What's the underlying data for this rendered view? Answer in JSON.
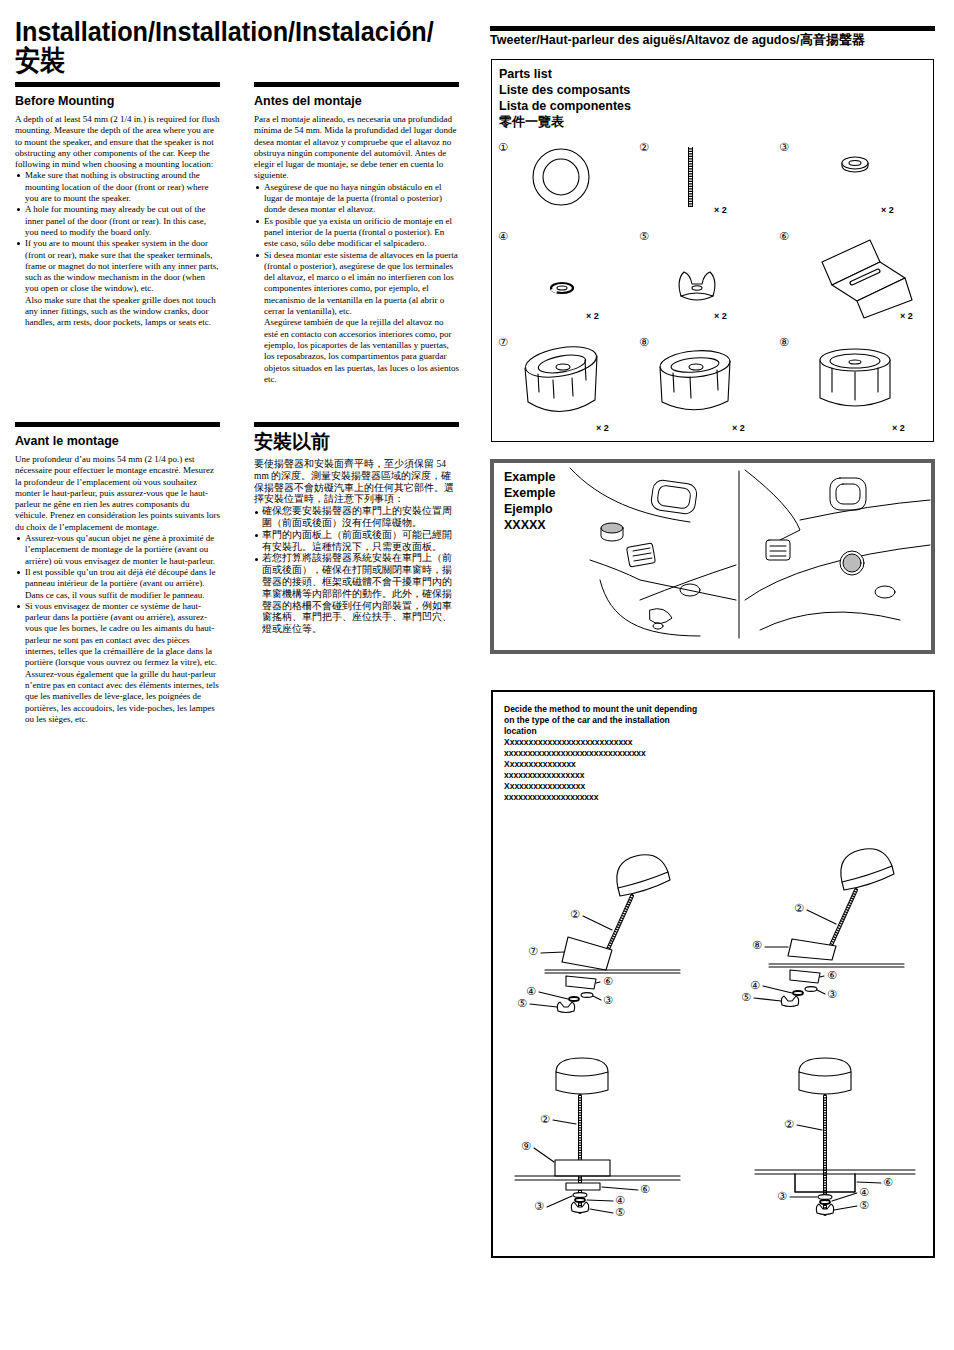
{
  "diagram": {
    "title": "Installation/Installation/Instalación/安裝",
    "nodes": [
      {
        "text": [
          "Parts list",
          "Liste des composants",
          "Lista de componentes",
          "零件一覽表"
        ]
      },
      {
        "text": [
          "Example",
          "Exemple",
          "Ejemplo",
          "XXXXX"
        ]
      },
      {
        "text": [
          "Decide the method to mount the unit depending on the type of the car and the installation location",
          "Xxxxxxxxxxxxxxxxxxxxxxxxxxx",
          "xxxxxxxxxxxxxxxxxxxxxxxxxxxxxx",
          "Xxxxxxxxxxxxxxx",
          "xxxxxxxxxxxxxxxxx",
          "Xxxxxxxxxxxxxxxxx",
          "xxxxxxxxxxxxxxxxxxxx"
        ]
      }
    ],
    "labels": [
      "Before Mounting",
      "A depth of at least 54 mm (2 1/4 in.) is required for flush mounting. Measure the depth of the area where you are to mount the speaker, and ensure that the speaker is not obstructing any other components of the car. Keep the following in mind when choosing a mounting location:",
      "Make sure that nothing is obstructing around the mounting location of the door (front or rear) where you are to mount the speaker.",
      "A hole for mounting may already be cut out of the inner panel of the door (front or rear). In this case, you need to modify the board only.",
      "If you are to mount this speaker system in the door (front or rear), make sure that the speaker terminals, frame or magnet do not interfere with any inner parts, such as the window mechanism in the door (when you open or close the window), etc.",
      "Also make sure that the speaker grille does not touch any inner fittings, such as the window cranks, door handles, arm rests, door pockets, lamps or seats etc.",
      "Antes del montaje",
      "Para el montaje alineado, es necesaria una profundidad mínima de 54 mm. Mida la profundidad del lugar donde desea montar el altavoz y compruebe que el altavoz no obstruya ningún componente del automóvil. Antes de elegir el lugar de montaje, se debe tener en cuenta lo siguiente.",
      "Asegúrese de que no haya ningún obstáculo en el lugar de montaje de la puerta (frontal o posterior) donde desea montar el altavoz.",
      "Es posible que ya exista un orificio de montaje en el panel interior de la puerta (frontal o posterior). En este caso, sólo debe modificar el salpicadero.",
      "Si desea montar este sistema de altavoces en la puerta (frontal o posterior), asegúrese de que los terminales del altavoz, el marco o el imán no interfieren con los componentes interiores como, por ejemplo, el mecanismo de la ventanilla en la puerta (al abrir o cerrar la ventanilla), etc.",
      "Asegúrese también de que la rejilla del altavoz no esté en contacto con accesorios interiores como, por ejemplo, los picaportes de las ventanillas y puertas, los reposabrazos, los compartimentos para guardar objetos situados en las puertas, las luces o los asientos etc.",
      "Avant le montage",
      "Une profondeur d’au moins 54 mm (2 1/4 po.) est nécessaire pour effectuer le montage encastré. Mesurez la profondeur de l’emplacement où vous souhaitez monter le haut-parleur, puis assurez-vous que le haut-parleur ne gêne en rien les autres composants du véhicule. Prenez en considération les points suivants lors du choix de l’emplacement de montage.",
      "Assurez-vous qu’aucun objet ne gène à proximité de l’emplacement de montage de la portière (avant ou arrière) où vous envisagez de monter le haut-parleur.",
      "Il est possible qu’un trou ait déjà été découpé dans le panneau intérieur de la portière (avant ou arrière). Dans ce cas, il vous suffit de modifier le panneau.",
      "Si vous envisagez de monter ce système de haut-parleur dans la portière (avant ou arrière), assurez-vous que les bornes, le cadre ou les aimants du haut-parleur ne sont pas en contact avec des pièces internes, telles que la crémaillère de la glace dans la portière (lorsque vous ouvrez ou fermez la vitre), etc.",
      "Assurez-vous également que la grille du haut-parleur n’entre pas en contact avec des éléments internes, tels que les manivelles de lève-glace, les poignées de portières, les accoudoirs, les vide-poches, les lampes ou les sièges, etc.",
      "安裝以前",
      "要使揚聲器和安裝面齊平時，至少須保留 54 mm 的深度。測量安裝揚聲器區域的深度，確保揚聲器不會妨礙汽車上的任何其它部件。選擇安裝位置時，請注意下列事項：",
      "確保您要安裝揚聲器的車門上的安裝位置周圍（前面或後面）沒有任何障礙物。",
      "車門的內面板上（前面或後面）可能已經開有安裝孔。這種情況下，只需更改面板。",
      "若您打算將該揚聲器系統安裝在車門上（前面或後面），確保在打開或關閉車窗時，揚聲器的接頭、框架或磁體不會干擾車門內的車窗機構等內部部件的動作。此外，確保揚聲器的格柵不會碰到任何內部裝置，例如車窗搖柄、車門把手、座位扶手、車門凹穴、燈或座位等。",
      "Tweeter/Haut-parleur des aiguës/Altavoz de agudos/高音揚聲器",
      "①",
      "②",
      "× 2",
      "③",
      "× 2",
      "④",
      "× 2",
      "⑤",
      "× 2",
      "⑥",
      "× 2",
      "⑦",
      "× 2",
      "⑧",
      "× 2",
      "⑧",
      "× 2",
      "②",
      "⑦",
      "⑥",
      "④",
      "③",
      "⑤",
      "②",
      "⑧",
      "⑥",
      "④",
      "③",
      "⑤",
      "②",
      "⑨",
      "⑥",
      "④",
      "③",
      "⑤",
      "②",
      "⑥",
      "④",
      "③",
      "⑤"
    ]
  }
}
